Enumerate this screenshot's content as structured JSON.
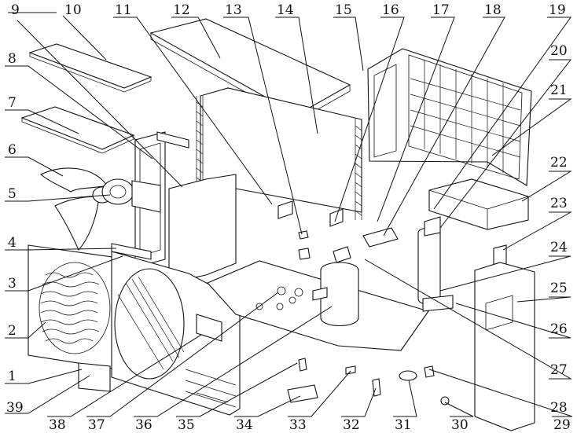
{
  "diagram": {
    "callouts": [
      {
        "id": "label-1",
        "text": "1"
      },
      {
        "id": "label-2",
        "text": "2"
      },
      {
        "id": "label-3",
        "text": "3"
      },
      {
        "id": "label-4",
        "text": "4"
      },
      {
        "id": "label-5",
        "text": "5"
      },
      {
        "id": "label-6",
        "text": "6"
      },
      {
        "id": "label-7",
        "text": "7"
      },
      {
        "id": "label-8",
        "text": "8"
      },
      {
        "id": "label-9",
        "text": "9"
      },
      {
        "id": "label-10",
        "text": "10"
      },
      {
        "id": "label-11",
        "text": "11"
      },
      {
        "id": "label-12",
        "text": "12"
      },
      {
        "id": "label-13",
        "text": "13"
      },
      {
        "id": "label-14",
        "text": "14"
      },
      {
        "id": "label-15",
        "text": "15"
      },
      {
        "id": "label-16",
        "text": "16"
      },
      {
        "id": "label-17",
        "text": "17"
      },
      {
        "id": "label-18",
        "text": "18"
      },
      {
        "id": "label-19",
        "text": "19"
      },
      {
        "id": "label-20",
        "text": "20"
      },
      {
        "id": "label-21",
        "text": "21"
      },
      {
        "id": "label-22",
        "text": "22"
      },
      {
        "id": "label-23",
        "text": "23"
      },
      {
        "id": "label-24",
        "text": "24"
      },
      {
        "id": "label-25",
        "text": "25"
      },
      {
        "id": "label-26",
        "text": "26"
      },
      {
        "id": "label-27",
        "text": "27"
      },
      {
        "id": "label-28",
        "text": "28"
      },
      {
        "id": "label-29",
        "text": "29"
      },
      {
        "id": "label-30",
        "text": "30"
      },
      {
        "id": "label-31",
        "text": "31"
      },
      {
        "id": "label-32",
        "text": "32"
      },
      {
        "id": "label-33",
        "text": "33"
      },
      {
        "id": "label-34",
        "text": "34"
      },
      {
        "id": "label-35",
        "text": "35"
      },
      {
        "id": "label-36",
        "text": "36"
      },
      {
        "id": "label-37",
        "text": "37"
      },
      {
        "id": "label-38",
        "text": "38"
      },
      {
        "id": "label-39",
        "text": "39"
      }
    ]
  }
}
